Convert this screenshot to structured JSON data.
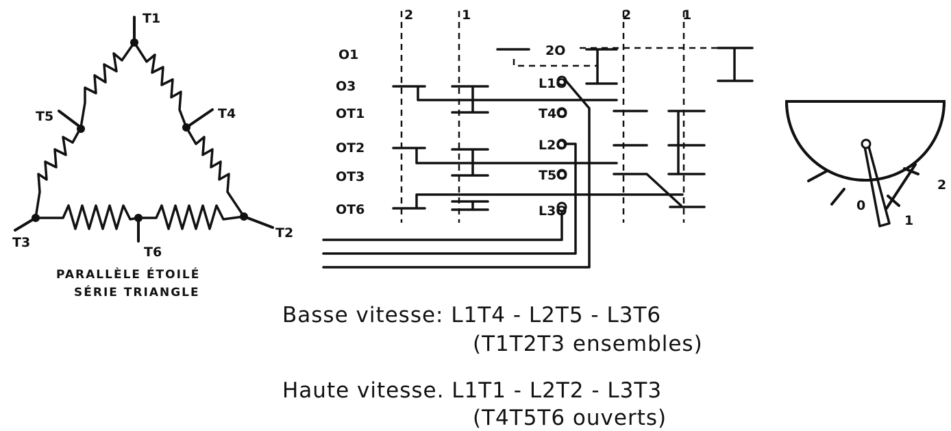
{
  "motor": {
    "terminals": {
      "t1": "T1",
      "t2": "T2",
      "t3": "T3",
      "t4": "T4",
      "t5": "T5",
      "t6": "T6"
    },
    "caption": {
      "line1": "PARALLÈLE ÉTOILÉ",
      "line2": "SÉRIE TRIANGLE"
    }
  },
  "switch": {
    "left_labels": [
      "O1",
      "O3",
      "OT1",
      "OT2",
      "OT3",
      "OT6"
    ],
    "right_labels": [
      "2O",
      "L1O",
      "T4O",
      "L2O",
      "T5O",
      "L3O"
    ],
    "position_numbers": [
      "2",
      "1",
      "2",
      "1"
    ]
  },
  "dial": {
    "numbers": [
      "0",
      "1",
      "2"
    ]
  },
  "notes": {
    "low_speed": "Basse vitesse: L1T4 - L2T5 - L3T6",
    "low_speed_sub": "(T1T2T3 ensembles)",
    "high_speed": "Haute vitesse. L1T1 - L2T2 - L3T3",
    "high_speed_sub": "(T4T5T6 ouverts)"
  }
}
